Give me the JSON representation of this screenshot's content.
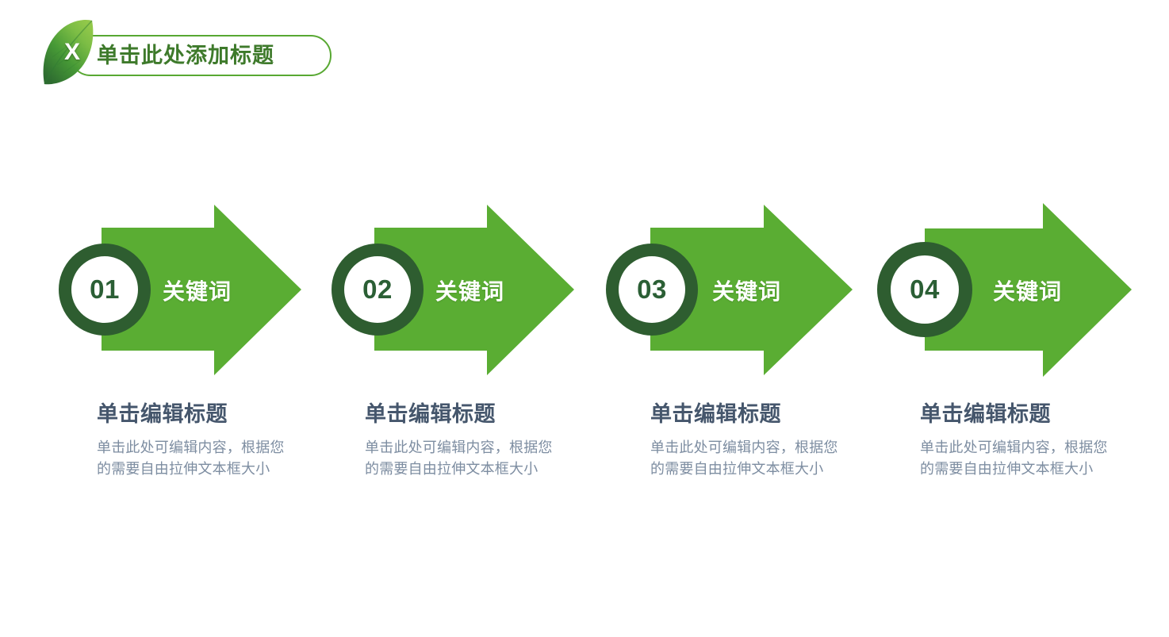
{
  "slide": {
    "background_color": "#ffffff"
  },
  "header": {
    "badge_letter": "X",
    "title": "单击此处添加标题",
    "title_color": "#3e7a2b",
    "pill_border_color": "#58a832",
    "leaf_gradient_from": "#8ec63f",
    "leaf_gradient_to": "#2f7a33"
  },
  "colors": {
    "arrow_green": "#5aad33",
    "ring_dark_green": "#2e5d30",
    "number_green": "#2b5f35",
    "caption_title": "#45566c",
    "caption_body": "#7d8da1"
  },
  "steps": [
    {
      "number": "01",
      "keyword": "关键词",
      "title": "单击编辑标题",
      "body": "单击此处可编辑内容，根据您的需要自由拉伸文本框大小"
    },
    {
      "number": "02",
      "keyword": "关键词",
      "title": "单击编辑标题",
      "body": "单击此处可编辑内容，根据您的需要自由拉伸文本框大小"
    },
    {
      "number": "03",
      "keyword": "关键词",
      "title": "单击编辑标题",
      "body": "单击此处可编辑内容，根据您的需要自由拉伸文本框大小"
    },
    {
      "number": "04",
      "keyword": "关键词",
      "title": "单击编辑标题",
      "body": "单击此处可编辑内容，根据您的需要自由拉伸文本框大小"
    }
  ]
}
